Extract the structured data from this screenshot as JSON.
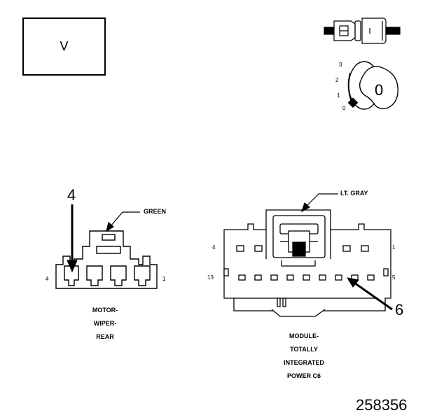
{
  "view_box": {
    "letter": "V"
  },
  "key_positions": [
    "3",
    "2",
    "1",
    "0"
  ],
  "key_label": "0",
  "motor_connector": {
    "color_label": "GREEN",
    "pin_left": "4",
    "pin_right": "1",
    "callout": "4",
    "caption": [
      "MOTOR-",
      "WIPER-",
      "REAR"
    ]
  },
  "module_connector": {
    "color_label": "LT. GRAY",
    "pin_top_left": "4",
    "pin_top_right": "1",
    "pin_bottom_left": "13",
    "pin_bottom_right": "5",
    "callout": "6",
    "caption": [
      "MODULE-",
      "TOTALLY",
      "INTEGRATED",
      "POWER C6"
    ]
  },
  "figure_number": "258356"
}
